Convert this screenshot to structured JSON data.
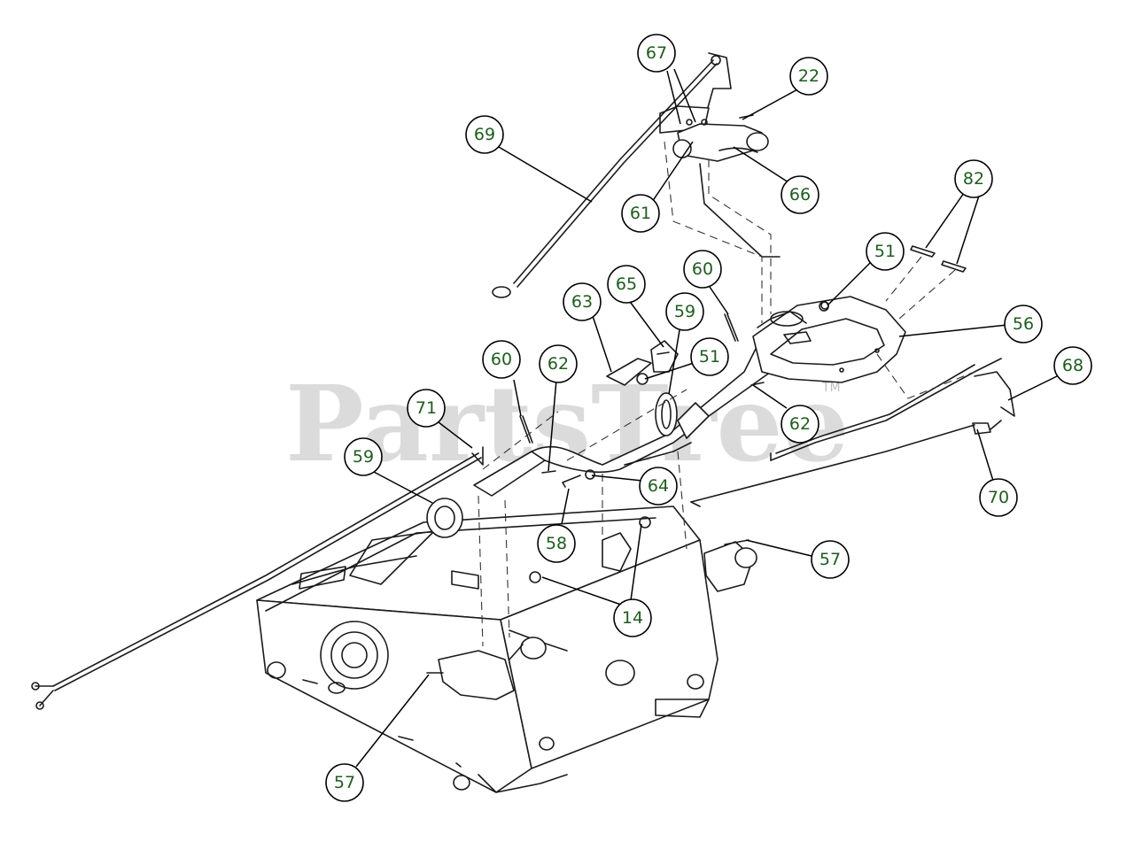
{
  "watermark": {
    "text": "PartsTree",
    "tm": "TM"
  },
  "colors": {
    "label_text": "#1f5c1f",
    "line": "#1a1a1a",
    "watermark": "#cfcfcf"
  },
  "callouts": [
    {
      "id": "c67",
      "label": "67"
    },
    {
      "id": "c22",
      "label": "22"
    },
    {
      "id": "c69",
      "label": "69"
    },
    {
      "id": "c61",
      "label": "61"
    },
    {
      "id": "c66",
      "label": "66"
    },
    {
      "id": "c82",
      "label": "82"
    },
    {
      "id": "c51a",
      "label": "51"
    },
    {
      "id": "c60a",
      "label": "60"
    },
    {
      "id": "c65",
      "label": "65"
    },
    {
      "id": "c63",
      "label": "63"
    },
    {
      "id": "c59a",
      "label": "59"
    },
    {
      "id": "c56",
      "label": "56"
    },
    {
      "id": "c51b",
      "label": "51"
    },
    {
      "id": "c68",
      "label": "68"
    },
    {
      "id": "c60b",
      "label": "60"
    },
    {
      "id": "c62a",
      "label": "62"
    },
    {
      "id": "c71",
      "label": "71"
    },
    {
      "id": "c62b",
      "label": "62"
    },
    {
      "id": "c59b",
      "label": "59"
    },
    {
      "id": "c64",
      "label": "64"
    },
    {
      "id": "c70",
      "label": "70"
    },
    {
      "id": "c58",
      "label": "58"
    },
    {
      "id": "c57a",
      "label": "57"
    },
    {
      "id": "c14",
      "label": "14"
    },
    {
      "id": "c57b",
      "label": "57"
    }
  ]
}
